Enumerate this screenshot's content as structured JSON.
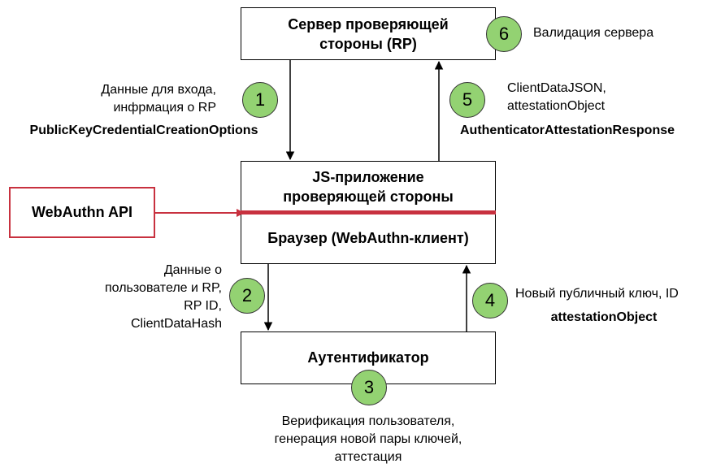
{
  "nodes": {
    "server": {
      "line1": "Сервер проверяющей",
      "line2": "стороны (RP)"
    },
    "js_app": {
      "line1": "JS-приложение",
      "line2": "проверяющей стороны"
    },
    "browser": "Браузер (WebAuthn-клиент)",
    "authenticator": "Аутентификатор",
    "webauthn_api": "WebAuthn API"
  },
  "steps": [
    {
      "number": "1",
      "text_lines": [
        "Данные для входа,",
        "инфрмация о RP"
      ],
      "bold": "PublicKeyCredentialCreationOptions"
    },
    {
      "number": "2",
      "text_lines": [
        "Данные о",
        "пользователе и RP,",
        "RP ID,",
        "ClientDataHash"
      ]
    },
    {
      "number": "3",
      "text_lines": [
        "Верификация пользователя,",
        "генерация новой пары ключей,",
        "аттестация"
      ]
    },
    {
      "number": "4",
      "text_lines": [
        "Новый публичный ключ, ID"
      ],
      "bold": "attestationObject"
    },
    {
      "number": "5",
      "text_lines": [
        "ClientDataJSON,",
        "attestationObject"
      ],
      "bold": "AuthenticatorAttestationResponse"
    },
    {
      "number": "6",
      "text_lines": [
        "Валидация сервера"
      ]
    }
  ],
  "colors": {
    "step_circle": "#93d272",
    "api_accent": "#c8313f"
  }
}
